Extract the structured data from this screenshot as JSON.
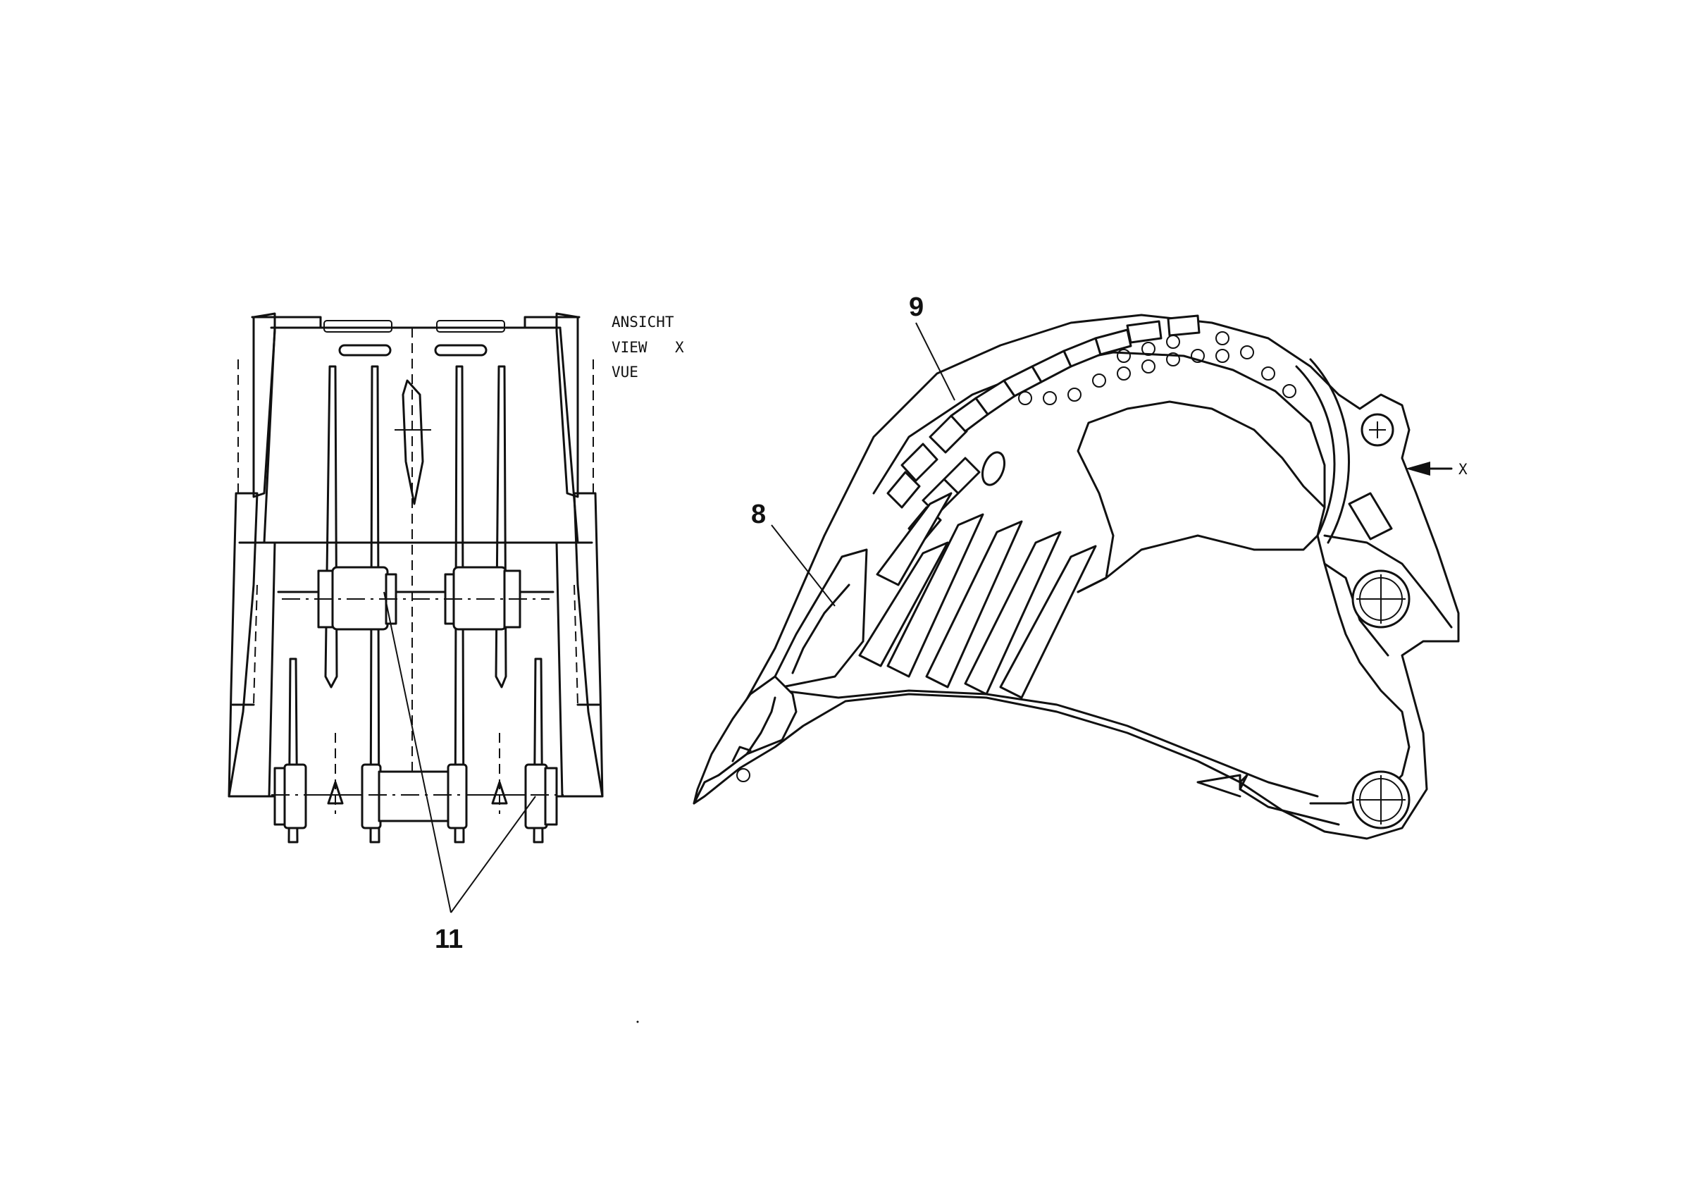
{
  "view_label": {
    "line1": "ANSICHT",
    "line2": "VIEW",
    "line3": "VUE",
    "letter": "X"
  },
  "view_arrow_label": "X",
  "callouts": {
    "part_8": "8",
    "part_9": "9",
    "part_11": "11"
  }
}
